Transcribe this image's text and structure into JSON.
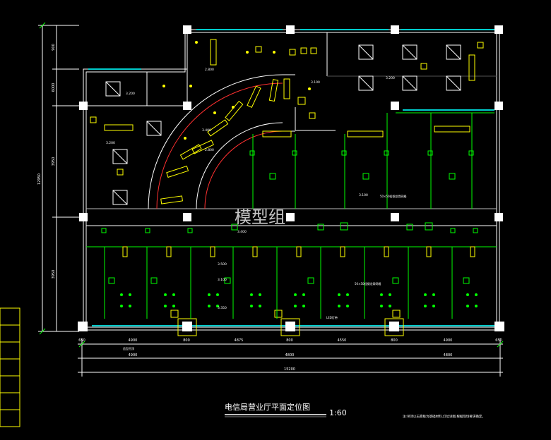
{
  "drawing": {
    "title": "电信局营业厅平面定位图",
    "scale": "1:60",
    "note": "注:吊顶以石膏板为基础材料,灯位详图,根据现场要求确定。",
    "watermark": "模型组",
    "colors": {
      "wall": "#ffffff",
      "ceiling_line": "#00ff00",
      "fixture": "#ffff00",
      "window": "#00cccc",
      "dim": "#ffffff",
      "curve": "#ff3030"
    },
    "bottom_dimensions": {
      "row1": [
        "650",
        "4900",
        "800",
        "4875",
        "800",
        "4550",
        "800",
        "4900",
        "650"
      ],
      "row2": [
        "4900",
        "4800",
        "4800"
      ],
      "total": "15200"
    },
    "left_dimensions": [
      "900",
      "6000",
      "3950",
      "3950"
    ],
    "left_total": "12950",
    "level_labels": [
      "2.800",
      "3.200",
      "3.100",
      "3.200",
      "3.400",
      "2.800",
      "3.200",
      "3.100",
      "3.400",
      "3.500",
      "3.100",
      "3.350"
    ],
    "callouts": {
      "ceiling_a": "50×50轻钢龙骨网格",
      "ceiling_b": "50×50轻钢龙骨网格",
      "light_strip": "LED灯带",
      "baffle": "造型吊顶"
    }
  }
}
